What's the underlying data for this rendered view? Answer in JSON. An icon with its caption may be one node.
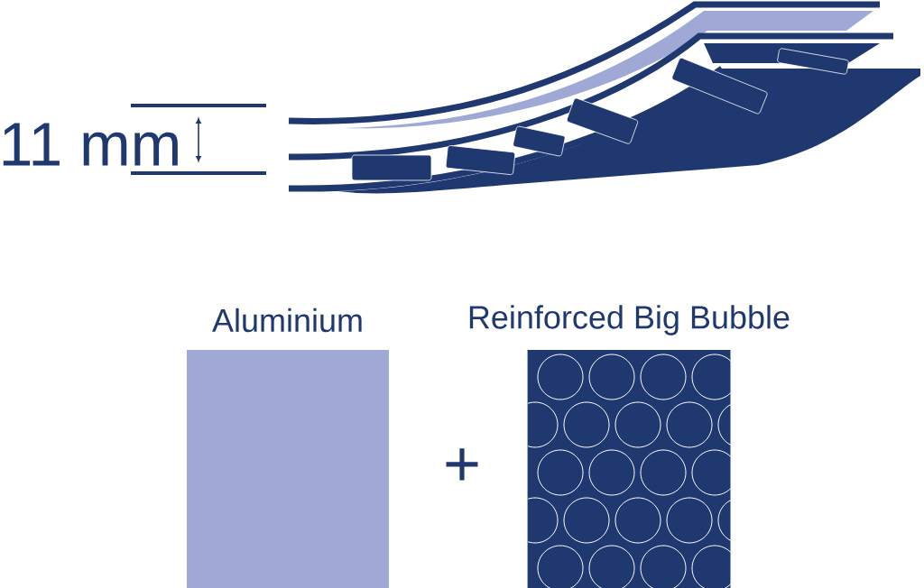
{
  "diagram": {
    "nodes": [
      {
        "text": [
          "Aluminium"
        ]
      },
      {
        "text": [
          "Reinforced Big Bubble"
        ]
      }
    ],
    "labels": [
      "11 mm",
      "+"
    ]
  }
}
